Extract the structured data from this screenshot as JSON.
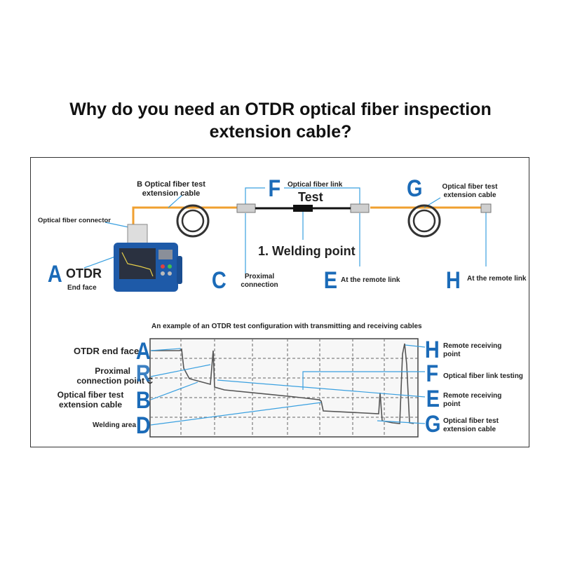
{
  "title": {
    "line1": "Why do you need an OTDR optical fiber inspection",
    "line2": "extension cable?"
  },
  "top_diagram": {
    "b_label_line1": "B Optical fiber test",
    "b_label_line2": "extension cable",
    "connector_label": "Optical fiber connector",
    "otdr_letter": "A",
    "otdr_label": "OTDR",
    "end_face_label": "End face",
    "f_letter": "F",
    "f_label": "Optical fiber link",
    "test_label": "Test",
    "welding_label": "1. Welding point",
    "c_letter": "C",
    "c_label_line1": "Proximal",
    "c_label_line2": "connection",
    "e_letter": "E",
    "e_label": "At the remote link",
    "g_letter": "G",
    "g_label_line1": "Optical fiber test",
    "g_label_line2": "extension cable",
    "h_letter": "H",
    "h_label": "At the remote link"
  },
  "trace_diagram": {
    "caption": "An example of an OTDR test configuration with transmitting and receiving cables",
    "left": {
      "a_letter": "A",
      "a_label": "OTDR end face",
      "c_letter": "R",
      "c_label_line1": "Proximal",
      "c_label_line2": "connection point C",
      "b_letter": "B",
      "b_label_line1": "Optical fiber test",
      "b_label_line2": "extension cable",
      "d_letter": "D",
      "d_label": "Welding area"
    },
    "right": {
      "h_letter": "H",
      "h_label_line1": "Remote receiving",
      "h_label_line2": "point",
      "f_letter": "F",
      "f_label": "Optical fiber link testing",
      "e_letter": "E",
      "e_label_line1": "Remote receiving",
      "e_label_line2": "point",
      "g_letter": "G",
      "g_label_line1": "Optical fiber test",
      "g_label_line2": "extension cable"
    }
  },
  "colors": {
    "accent_letter": "#1b6bb8",
    "fiber": "#f0a030",
    "callout_line": "#3aa0e0",
    "trace": "#555555"
  }
}
